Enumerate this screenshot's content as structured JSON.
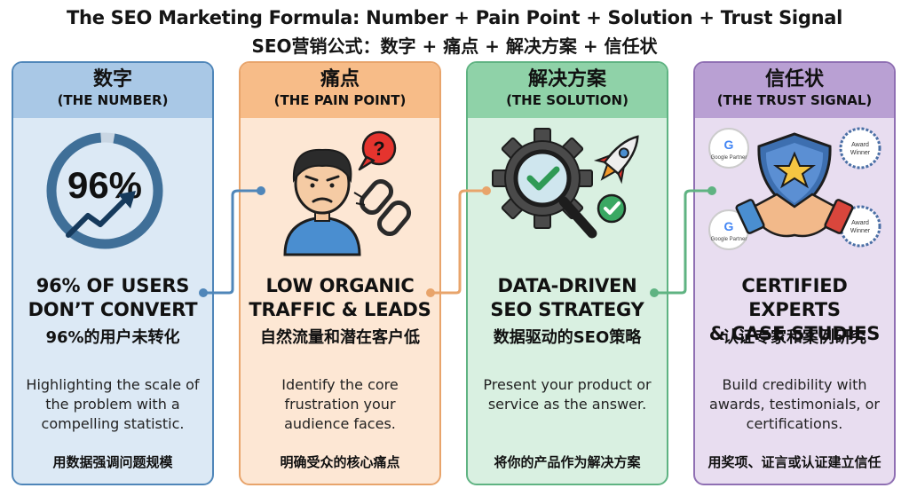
{
  "header": {
    "title_en": "The SEO Marketing Formula: Number + Pain Point + Solution + Trust Signal",
    "title_cn": "SEO营销公式：数字 + 痛点 + 解决方案 + 信任状"
  },
  "colors": {
    "number": "#4f86b9",
    "pain_point": "#e8a46b",
    "solution": "#5fb382",
    "trust_signal": "#8f6fb3"
  },
  "cards": [
    {
      "label_cn": "数字",
      "label_en": "(THE NUMBER)",
      "icon": "percentage-ring-growth-arrow-icon",
      "stat": "96%",
      "headline": [
        "96% OF USERS",
        "DON’T CONVERT"
      ],
      "headline_cn": "96%的用户未转化",
      "desc": [
        "Highlighting the scale of",
        "the problem with a",
        "compelling statistic."
      ],
      "desc_cn": "用数据强调问题规模"
    },
    {
      "label_cn": "痛点",
      "label_en": "(THE PAIN POINT)",
      "icon": "frustrated-person-broken-chain-icon",
      "headline": [
        "LOW ORGANIC",
        "TRAFFIC & LEADS"
      ],
      "headline_cn": "自然流量和潜在客户低",
      "desc": [
        "Identify the core",
        "frustration your",
        "audience faces."
      ],
      "desc_cn": "明确受众的核心痛点"
    },
    {
      "label_cn": "解决方案",
      "label_en": "(THE SOLUTION)",
      "icon": "gear-magnifier-rocket-icon",
      "headline": [
        "DATA-DRIVEN",
        "SEO STRATEGY"
      ],
      "headline_cn": "数据驱动的SEO策略",
      "desc": [
        "Present your product or",
        "service as the answer."
      ],
      "desc_cn": "将你的产品作为解决方案"
    },
    {
      "label_cn": "信任状",
      "label_en": "(THE TRUST SIGNAL)",
      "icon": "shield-star-handshake-icon",
      "badge_partner": "Google Partner",
      "badge_award": [
        "Award",
        "Winner"
      ],
      "headline": [
        "CERTIFIED EXPERTS",
        "& CASE STUDIES"
      ],
      "headline_cn": "认证专家和案例研究",
      "desc": [
        "Build credibility with",
        "awards, testimonials, or",
        "certifications."
      ],
      "desc_cn": "用奖项、证言或认证建立信任"
    }
  ]
}
